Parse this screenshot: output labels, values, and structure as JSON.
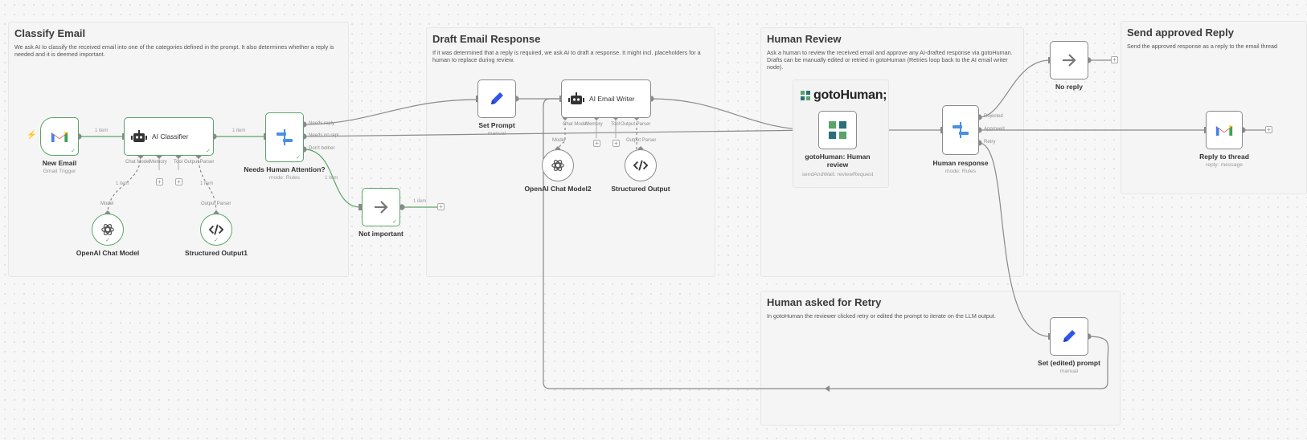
{
  "stickies": {
    "classify": {
      "title": "Classify Email",
      "text": "We ask AI to classify the received email into one of the categories defined in the prompt. It also determines whether a reply is needed and it is deemed important."
    },
    "draft": {
      "title": "Draft Email Response",
      "text": "If it was determined that a reply is required, we ask AI to draft a response. It might incl. placeholders for a human to replace during review."
    },
    "review": {
      "title": "Human Review",
      "text": "Ask a human to review the received email and approve any AI-drafted response via gotoHuman.",
      "text2": "Drafts can be manually edited or retried in gotoHuman (Retries loop back to the AI email writer node)."
    },
    "send": {
      "title": "Send approved Reply",
      "text": "Send the approved response as a reply to the email thread"
    },
    "retry": {
      "title": "Human asked for Retry",
      "text": "In gotoHuman the reviewer clicked retry or edited the prompt to iterate on the LLM output."
    }
  },
  "nodes": {
    "new_email": {
      "title": "New Email",
      "sub": "Gmail Trigger"
    },
    "ai_classifier": {
      "label": "AI Classifier"
    },
    "needs_attention": {
      "title": "Needs Human Attention?",
      "sub": "mode: Rules"
    },
    "openai_model": {
      "title": "OpenAI Chat Model"
    },
    "structured_output1": {
      "title": "Structured Output1"
    },
    "not_important": {
      "title": "Not important"
    },
    "set_prompt": {
      "title": "Set Prompt",
      "sub": "manual"
    },
    "ai_writer": {
      "label": "AI Email Writer"
    },
    "openai_model2": {
      "title": "OpenAI Chat Model2"
    },
    "structured_output": {
      "title": "Structured Output"
    },
    "gotohuman": {
      "title": "gotoHuman: Human review",
      "sub": "sendAndWait: reviewRequest",
      "logo": "gotoHuman;"
    },
    "human_response": {
      "title": "Human response",
      "sub": "mode: Rules"
    },
    "no_reply": {
      "title": "No reply"
    },
    "reply_thread": {
      "title": "Reply to thread",
      "sub": "reply: message"
    },
    "set_edited_prompt": {
      "title": "Set (edited) prompt",
      "sub": "manual"
    }
  },
  "labels": {
    "item": "1 item",
    "chat_model": "Chat Model",
    "memory": "Memory",
    "tool": "Tool",
    "output_parser": "Output Parser",
    "model": "Model",
    "needs_reply": "Needs reply",
    "needs_no_reply": "Needs no repl...",
    "dont_bother": "Don't bother",
    "rejected": "Rejected",
    "approved": "Approved",
    "retry": "Retry"
  },
  "colors": {
    "success": "#5aa469",
    "gmail_red": "#ea4335",
    "switch_blue": "#4a90e2",
    "pencil_blue": "#2f54eb",
    "trigger": "#ff6d5a"
  },
  "icons": {
    "gmail": "gmail-icon",
    "robot": "robot-icon",
    "switch": "switch-icon",
    "openai": "openai-icon",
    "code": "code-icon",
    "arrow": "arrow-right-icon",
    "pencil": "pencil-icon",
    "gotohuman": "gotohuman-icon"
  }
}
